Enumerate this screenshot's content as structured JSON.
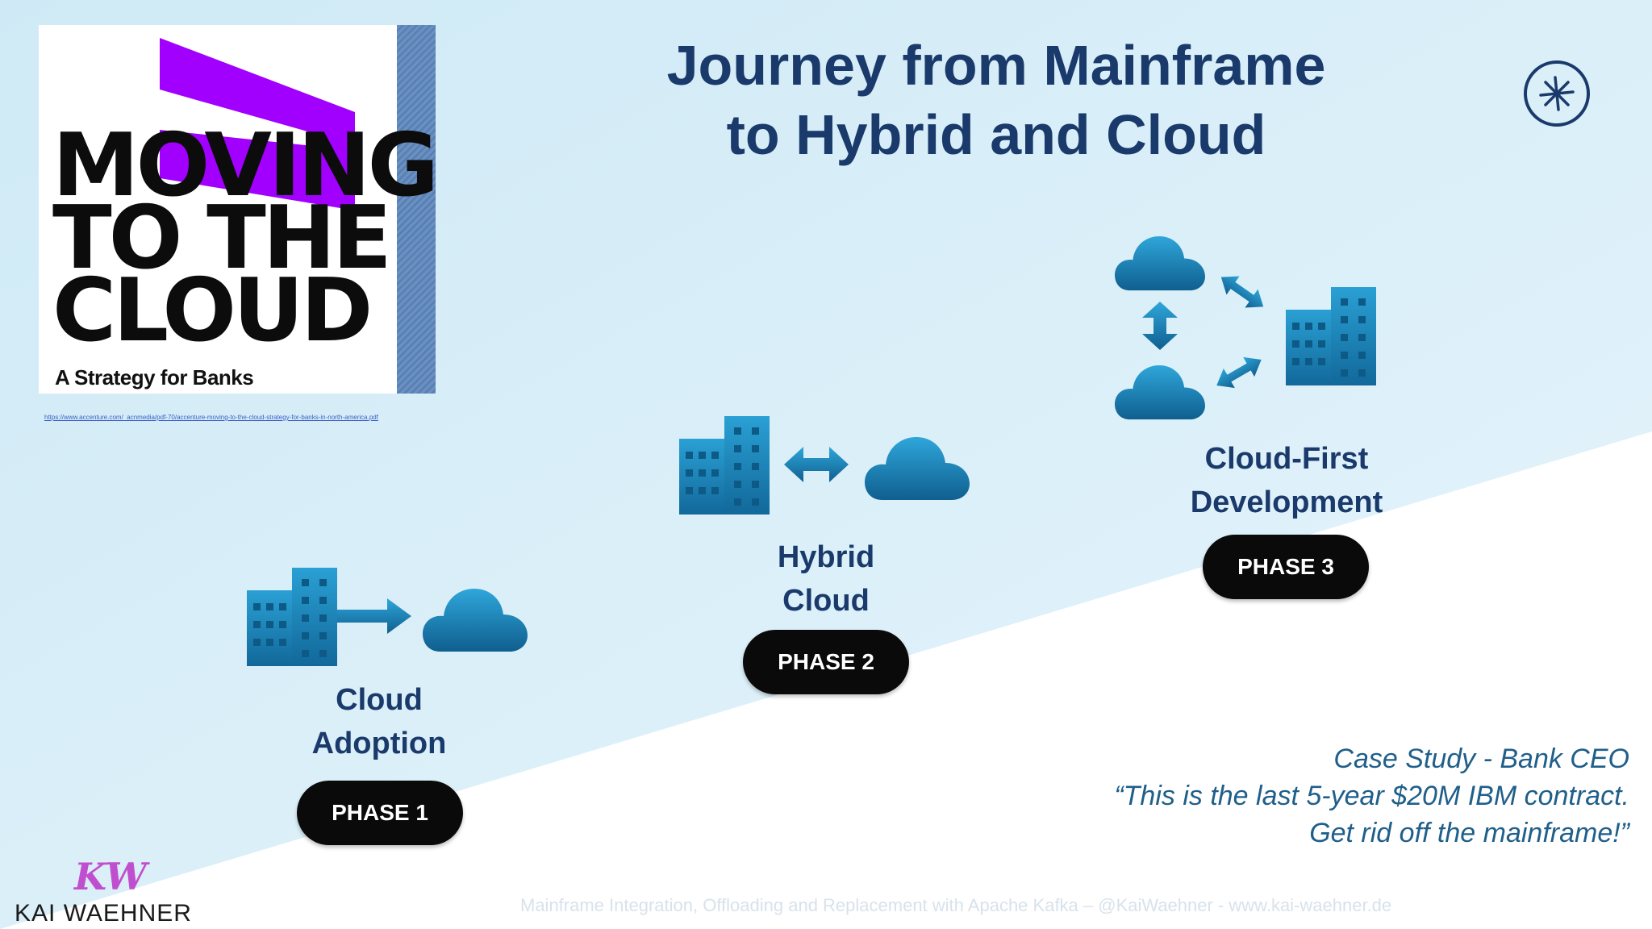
{
  "slide": {
    "title_line1": "Journey from Mainframe",
    "title_line2": "to Hybrid and Cloud"
  },
  "book_cover": {
    "line1": "MOVING",
    "line2": "TO THE",
    "line3": "CLOUD",
    "subtitle": "A Strategy for Banks",
    "source_url": "https://www.accenture.com/_acnmedia/pdf-70/accenture-moving-to-the-cloud-strategy-for-banks-in-north-america.pdf"
  },
  "phases": [
    {
      "label_line1": "Cloud",
      "label_line2": "Adoption",
      "badge": "PHASE 1"
    },
    {
      "label_line1": "Hybrid",
      "label_line2": "Cloud",
      "badge": "PHASE 2"
    },
    {
      "label_line1": "Cloud-First",
      "label_line2": "Development",
      "badge": "PHASE 3"
    }
  ],
  "quote": {
    "line1": "Case Study - Bank CEO",
    "line2": "“This is the last 5-year $20M IBM contract.",
    "line3": "Get rid off the mainframe!”"
  },
  "footer": "Mainframe Integration, Offloading and Replacement with Apache Kafka – @KaiWaehner - www.kai-waehner.de",
  "branding": {
    "logo_monogram": "KW",
    "logo_text": "KAI WAEHNER",
    "logo_icon": "confluent-logo-icon"
  },
  "colors": {
    "title": "#1a3a6b",
    "icon_blue": "#1e8ec4",
    "quote": "#1f5f8a",
    "accent_purple": "#a100ff"
  }
}
